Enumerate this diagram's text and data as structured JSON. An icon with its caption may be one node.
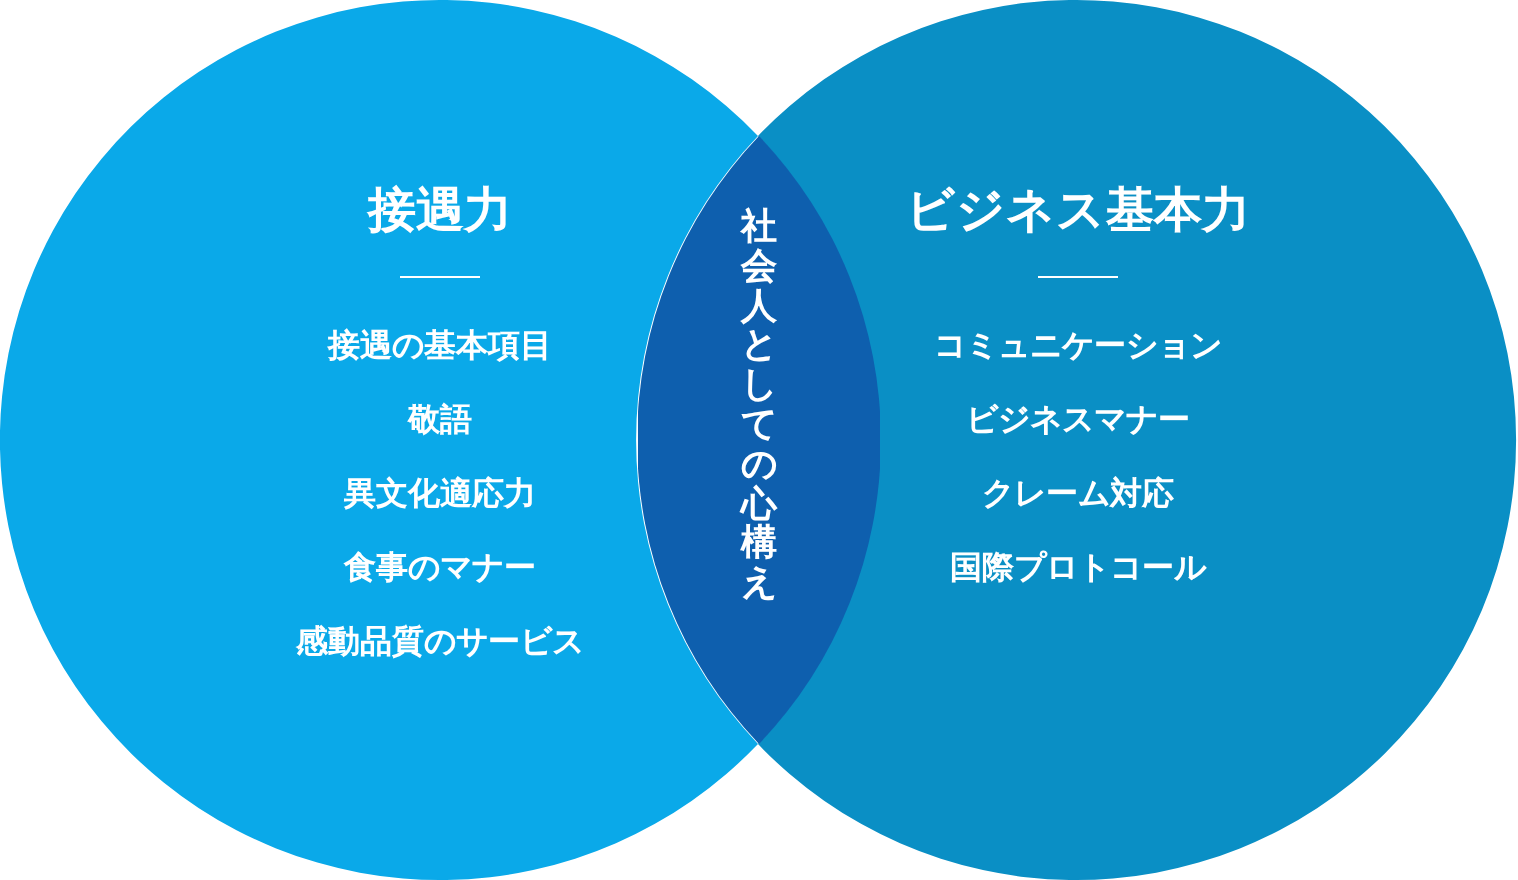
{
  "diagram": {
    "nodes": [
      {
        "text": [
          "接遇力",
          "接遇の基本項目",
          "敬語",
          "異文化適応力",
          "食事のマナー",
          "感動品質のサービス"
        ]
      },
      {
        "text": [
          "ビジネス基本力",
          "コミュニケーション",
          "ビジネスマナー",
          "クレーム対応",
          "国際プロトコール"
        ]
      },
      {
        "text": [
          "社会人としての心構え"
        ]
      }
    ]
  }
}
